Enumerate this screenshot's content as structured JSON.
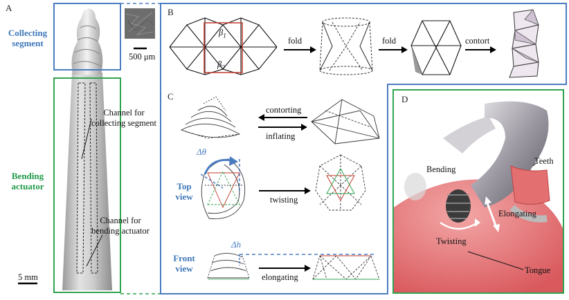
{
  "panels": {
    "a": {
      "letter": "A",
      "collecting_label_1": "Collecting",
      "collecting_label_2": "segment",
      "bending_label_1": "Bending",
      "bending_label_2": "actuator",
      "scale_micro": "500 μm",
      "scale_mm": "5 mm",
      "channel_collect_1": "Channel for",
      "channel_collect_2": "collecting segment",
      "channel_bend_1": "Channel for",
      "channel_bend_2": "bending actuator"
    },
    "b": {
      "letter": "B",
      "fold_1": "fold",
      "fold_2": "fold",
      "contort": "contort",
      "beta1": "β",
      "beta1_sub": "1",
      "beta2": "β",
      "beta2_sub": "2"
    },
    "c": {
      "letter": "C",
      "contorting": "contorting",
      "inflating": "inflating",
      "top_view_1": "Top",
      "top_view_2": "view",
      "front_view_1": "Front",
      "front_view_2": "view",
      "twisting": "twisting",
      "elongating": "elongating",
      "delta_theta": "Δθ",
      "delta_h": "Δh"
    },
    "d": {
      "letter": "D",
      "bending": "Bending",
      "teeth": "Teeth",
      "elongating": "Elongating",
      "twisting": "Twisting",
      "tongue": "Tongue"
    }
  },
  "colors": {
    "blue_frame": "#4a7cc0",
    "green_frame": "#2ea44f",
    "red_box": "#c0392b",
    "tongue": "#e46f6f"
  }
}
